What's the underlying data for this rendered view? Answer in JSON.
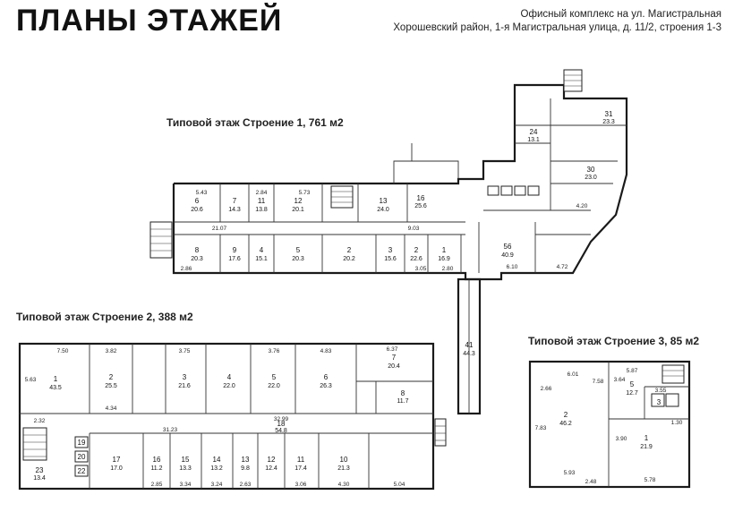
{
  "header": {
    "title": "ПЛАНЫ ЭТАЖЕЙ",
    "address_line1": "Офисный комплекс на ул. Магистральная",
    "address_line2": "Хорошевский район, 1-я Магистральная улица, д. 11/2, строения 1-3"
  },
  "plans": {
    "building1": {
      "label": "Типовой этаж Строение 1, 761 м2",
      "rooms": [
        {
          "n": "6",
          "a": "20.6"
        },
        {
          "n": "7",
          "a": "14.3"
        },
        {
          "n": "11",
          "a": "13.8"
        },
        {
          "n": "12",
          "a": "20.1"
        },
        {
          "n": "13",
          "a": "24.0"
        },
        {
          "n": "8",
          "a": "20.3"
        },
        {
          "n": "9",
          "a": "17.6"
        },
        {
          "n": "4",
          "a": "15.1"
        },
        {
          "n": "5",
          "a": "20.3"
        },
        {
          "n": "2",
          "a": "20.2"
        },
        {
          "n": "3",
          "a": "15.6"
        },
        {
          "n": "2",
          "a": "22.6"
        },
        {
          "n": "1",
          "a": "16.9"
        },
        {
          "n": "56",
          "a": "40.9"
        },
        {
          "n": "41",
          "a": "44.3"
        },
        {
          "n": "31",
          "a": "23.3"
        },
        {
          "n": "24",
          "a": "13.1"
        },
        {
          "n": "30",
          "a": "23.0"
        },
        {
          "n": "16",
          "a": "25.6"
        }
      ],
      "dims": [
        "5.43",
        "2.84",
        "5.73",
        "21.07",
        "9.03",
        "2.80",
        "6.10",
        "4.72",
        "2.86",
        "3.05",
        "4.20"
      ]
    },
    "building2": {
      "label": "Типовой этаж Строение 2, 388 м2",
      "top_rooms": [
        {
          "n": "1",
          "a": "43.5"
        },
        {
          "n": "2",
          "a": "25.5"
        },
        {
          "n": "3",
          "a": "21.6"
        },
        {
          "n": "4",
          "a": "22.0"
        },
        {
          "n": "5",
          "a": "22.0"
        },
        {
          "n": "6",
          "a": "26.3"
        },
        {
          "n": "7",
          "a": "20.4"
        }
      ],
      "corridor": {
        "n": "18",
        "a": "54.8"
      },
      "bottom_rooms": [
        {
          "n": "17",
          "a": "17.0"
        },
        {
          "n": "16",
          "a": "11.2"
        },
        {
          "n": "15",
          "a": "13.3"
        },
        {
          "n": "14",
          "a": "13.2"
        },
        {
          "n": "13",
          "a": "9.8"
        },
        {
          "n": "12",
          "a": "12.4"
        },
        {
          "n": "11",
          "a": "17.4"
        },
        {
          "n": "10",
          "a": "21.3"
        }
      ],
      "small_rooms": [
        {
          "n": "8",
          "a": "11.7"
        },
        {
          "n": "23",
          "a": "13.4"
        },
        {
          "n": "19",
          "a": ""
        },
        {
          "n": "20",
          "a": ""
        },
        {
          "n": "22",
          "a": ""
        }
      ],
      "dims": [
        "7.50",
        "3.82",
        "3.75",
        "3.76",
        "4.83",
        "6.37",
        "32.99",
        "31.23",
        "4.34",
        "2.85",
        "3.34",
        "3.24",
        "2.63",
        "3.06",
        "4.30",
        "5.04",
        "2.32",
        "5.63"
      ]
    },
    "building3": {
      "label": "Типовой этаж Строение 3, 85 м2",
      "rooms": [
        {
          "n": "2",
          "a": "46.2"
        },
        {
          "n": "5",
          "a": "12.7"
        },
        {
          "n": "3",
          "a": ""
        },
        {
          "n": "1",
          "a": "21.9"
        }
      ],
      "dims": [
        "6.01",
        "7.83",
        "5.93",
        "3.64",
        "5.87",
        "3.55",
        "1.30",
        "3.90",
        "5.78",
        "2.48",
        "2.66",
        "7.58"
      ]
    }
  },
  "colors": {
    "ink": "#111111",
    "paper": "#ffffff"
  }
}
